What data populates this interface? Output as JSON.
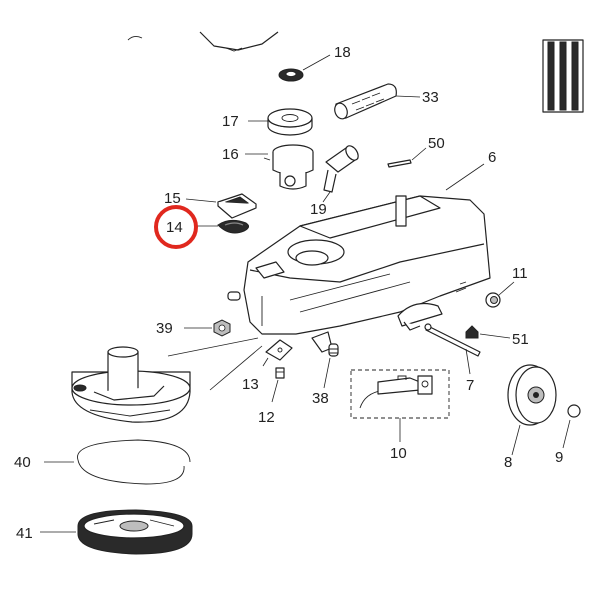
{
  "diagram": {
    "highlight_color": "#e0281e",
    "highlighted_part": "14",
    "callouts": {
      "c18": "18",
      "c33": "33",
      "c17": "17",
      "c16": "16",
      "c50": "50",
      "c6": "6",
      "c15": "15",
      "c19": "19",
      "c14": "14",
      "c11": "11",
      "c39": "39",
      "c51": "51",
      "c13": "13",
      "c7": "7",
      "c12": "12",
      "c38": "38",
      "c8": "8",
      "c9": "9",
      "c10": "10",
      "c40": "40",
      "c41": "41"
    }
  }
}
